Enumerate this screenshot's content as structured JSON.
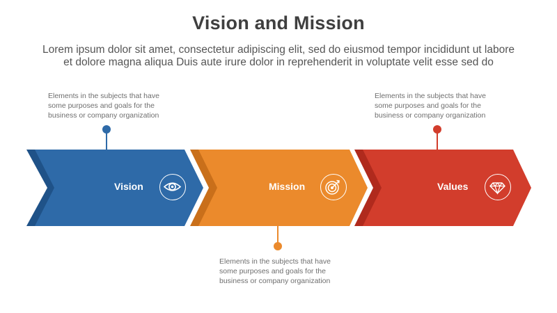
{
  "header": {
    "title": "Vision and Mission",
    "subtitle_line1": "Lorem ipsum dolor sit amet, consectetur adipiscing elit, sed do eiusmod tempor incididunt ut labore",
    "subtitle_line2": "et dolore magna aliqua Duis aute irure dolor in reprehenderit in voluptate velit esse sed do"
  },
  "steps": [
    {
      "label": "Vision",
      "icon": "eye-icon",
      "color": "#2e6aa8",
      "shade": "#1f5288",
      "note": [
        "Elements in the subjects that have",
        "some purposes and goals for the",
        "business or company organization"
      ]
    },
    {
      "label": "Mission",
      "icon": "target-icon",
      "color": "#eb8a2c",
      "shade": "#c96f1a",
      "note": [
        "Elements in the subjects that have",
        "some purposes and goals for the",
        "business or company organization"
      ]
    },
    {
      "label": "Values",
      "icon": "diamond-icon",
      "color": "#d23d2c",
      "shade": "#b02a1d",
      "note": [
        "Elements in the subjects that have",
        "some purposes and goals for the",
        "business or company organization"
      ]
    }
  ]
}
